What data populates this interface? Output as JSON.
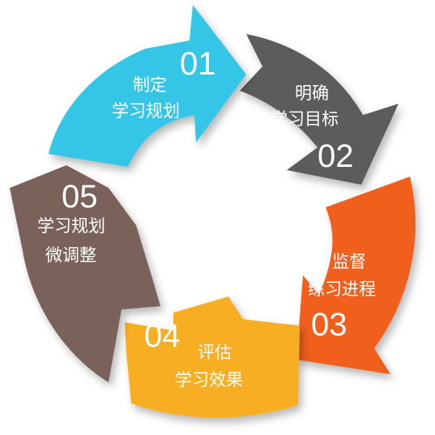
{
  "steps": [
    {
      "number": "01",
      "line1": "制定",
      "line2": "学习规划",
      "color": "#35c5e6"
    },
    {
      "number": "02",
      "line1": "明确",
      "line2": "学习目标",
      "color": "#5b5b5b"
    },
    {
      "number": "03",
      "line1": "监督",
      "line2": "练习进程",
      "color": "#f05f1f"
    },
    {
      "number": "04",
      "line1": "评估",
      "line2": "学习效果",
      "color": "#f7ae24"
    },
    {
      "number": "05",
      "line1": "学习规划",
      "line2": "微调整",
      "color": "#7a625a"
    }
  ]
}
